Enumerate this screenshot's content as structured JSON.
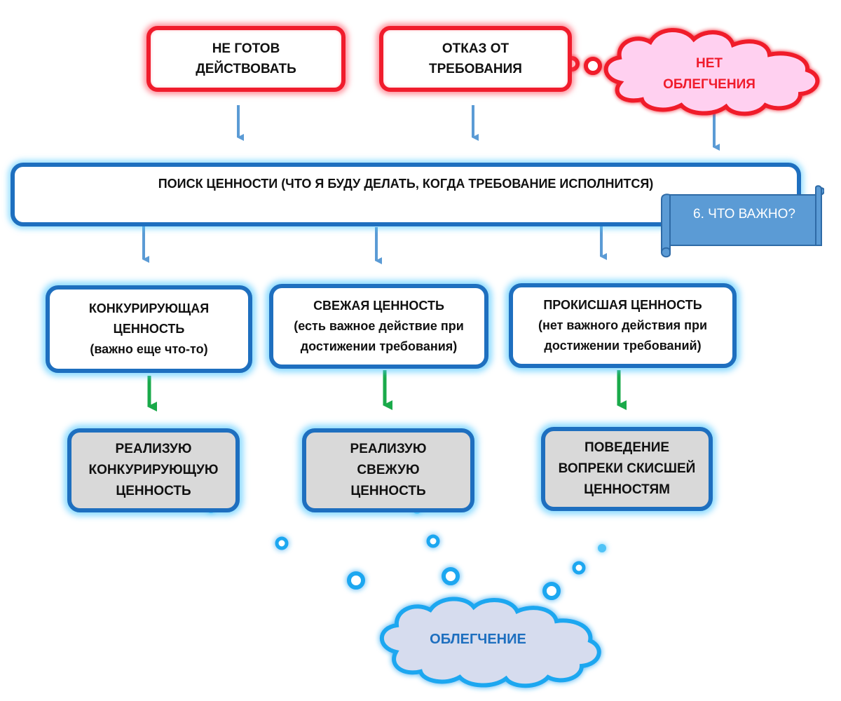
{
  "top": {
    "not_ready": [
      "НЕ ГОТОВ",
      "ДЕЙСТВОВАТЬ"
    ],
    "refusal": [
      "ОТКАЗ ОТ",
      "ТРЕБОВАНИЯ"
    ],
    "no_relief": [
      "НЕТ",
      "ОБЛЕГЧЕНИЯ"
    ]
  },
  "search_value": "ПОИСК ЦЕННОСТИ (ЧТО Я БУДУ ДЕЛАТЬ, КОГДА ТРЕБОВАНИЕ ИСПОЛНИТСЯ)",
  "scroll_label": "6. ЧТО ВАЖНО?",
  "values": {
    "competing": [
      "КОНКУРИРУЮЩАЯ",
      "ЦЕННОСТЬ",
      "(важно еще что-то)"
    ],
    "fresh": [
      "СВЕЖАЯ ЦЕННОСТЬ",
      "(есть важное действие при",
      "достижении требования)"
    ],
    "stale": [
      "ПРОКИСШАЯ ЦЕННОСТЬ",
      "(нет важного действия при",
      "достижении требований)"
    ]
  },
  "actions": {
    "competing": [
      "РЕАЛИЗУЮ",
      "КОНКУРИРУЮЩУЮ",
      "ЦЕННОСТЬ"
    ],
    "fresh": [
      "РЕАЛИЗУЮ",
      "СВЕЖУЮ",
      "ЦЕННОСТЬ"
    ],
    "stale": [
      "ПОВЕДЕНИЕ",
      "ВОПРЕКИ СКИСШЕЙ",
      "ЦЕННОСТЯМ"
    ]
  },
  "relief": "ОБЛЕГЧЕНИЕ",
  "colors": {
    "red": "#f01c2c",
    "blue": "#1e6fbf",
    "glow_blue": "#4fc3f7",
    "arrow_blue": "#5b9bd5",
    "arrow_green": "#1aaa4a",
    "cloud_pink": "#ffd0f0",
    "cloud_blue": "#d6dcee",
    "scroll_fill": "#5b9bd5",
    "relief_text": "#1e6fbf"
  }
}
